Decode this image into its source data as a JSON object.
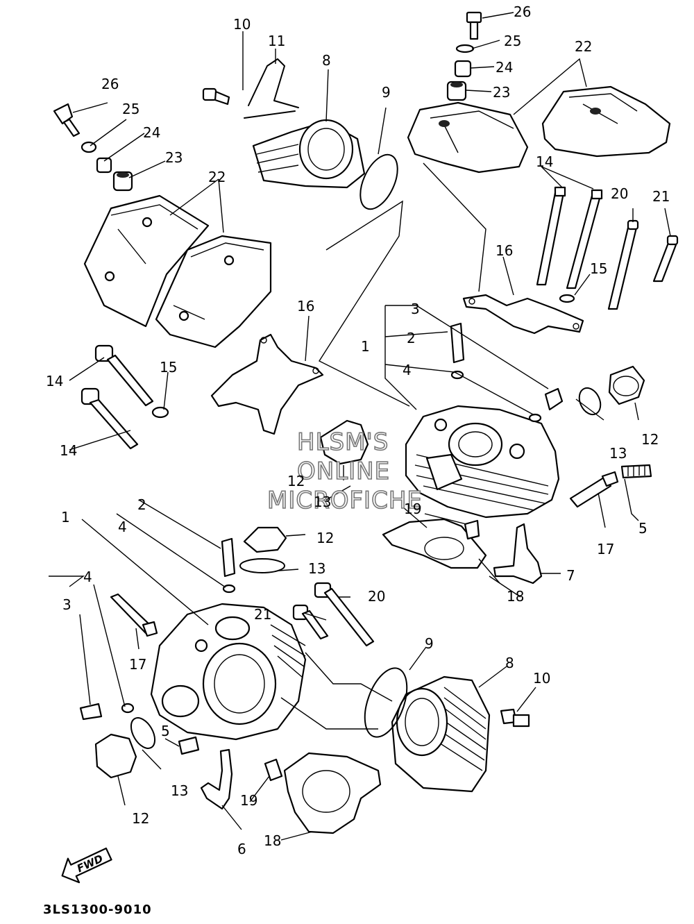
{
  "diagram": {
    "code": "3LS1300-9010",
    "fwd_label": "FWD",
    "watermark": [
      "HLSM'S",
      "ONLINE",
      "MICROFICHE"
    ]
  },
  "callouts": [
    {
      "id": "c26a",
      "text": "26"
    },
    {
      "id": "c25a",
      "text": "25"
    },
    {
      "id": "c24a",
      "text": "24"
    },
    {
      "id": "c23a",
      "text": "23"
    },
    {
      "id": "c22a",
      "text": "22"
    },
    {
      "id": "c14a",
      "text": "14"
    },
    {
      "id": "c20a",
      "text": "20"
    },
    {
      "id": "c21a",
      "text": "21"
    },
    {
      "id": "c16a",
      "text": "16"
    },
    {
      "id": "c15a",
      "text": "15"
    },
    {
      "id": "c3a",
      "text": "3"
    },
    {
      "id": "c2a",
      "text": "2"
    },
    {
      "id": "c1a",
      "text": "1"
    },
    {
      "id": "c4a",
      "text": "4"
    },
    {
      "id": "c12a",
      "text": "12"
    },
    {
      "id": "c13a",
      "text": "13"
    },
    {
      "id": "c5a",
      "text": "5"
    },
    {
      "id": "c17a",
      "text": "17"
    },
    {
      "id": "c7a",
      "text": "7"
    },
    {
      "id": "c18a",
      "text": "18"
    },
    {
      "id": "c19a",
      "text": "19"
    },
    {
      "id": "c10a",
      "text": "10"
    },
    {
      "id": "c11a",
      "text": "11"
    },
    {
      "id": "c8a",
      "text": "8"
    },
    {
      "id": "c9a",
      "text": "9"
    },
    {
      "id": "c26b",
      "text": "26"
    },
    {
      "id": "c25b",
      "text": "25"
    },
    {
      "id": "c24b",
      "text": "24"
    },
    {
      "id": "c23b",
      "text": "23"
    },
    {
      "id": "c22b",
      "text": "22"
    },
    {
      "id": "c16b",
      "text": "16"
    },
    {
      "id": "c15b",
      "text": "15"
    },
    {
      "id": "c14b",
      "text": "14"
    },
    {
      "id": "c14c",
      "text": "14"
    },
    {
      "id": "c12b",
      "text": "12"
    },
    {
      "id": "c13b",
      "text": "13"
    },
    {
      "id": "c2b",
      "text": "2"
    },
    {
      "id": "c4b",
      "text": "4"
    },
    {
      "id": "c1b",
      "text": "1"
    },
    {
      "id": "c4c",
      "text": "4"
    },
    {
      "id": "c3b",
      "text": "3"
    },
    {
      "id": "c12c",
      "text": "12"
    },
    {
      "id": "c13c",
      "text": "13"
    },
    {
      "id": "c20b",
      "text": "20"
    },
    {
      "id": "c21b",
      "text": "21"
    },
    {
      "id": "c17b",
      "text": "17"
    },
    {
      "id": "c9b",
      "text": "9"
    },
    {
      "id": "c8b",
      "text": "8"
    },
    {
      "id": "c10b",
      "text": "10"
    },
    {
      "id": "c5b",
      "text": "5"
    },
    {
      "id": "c13d",
      "text": "13"
    },
    {
      "id": "c12d",
      "text": "12"
    },
    {
      "id": "c19b",
      "text": "19"
    },
    {
      "id": "c6a",
      "text": "6"
    },
    {
      "id": "c18b",
      "text": "18"
    }
  ]
}
